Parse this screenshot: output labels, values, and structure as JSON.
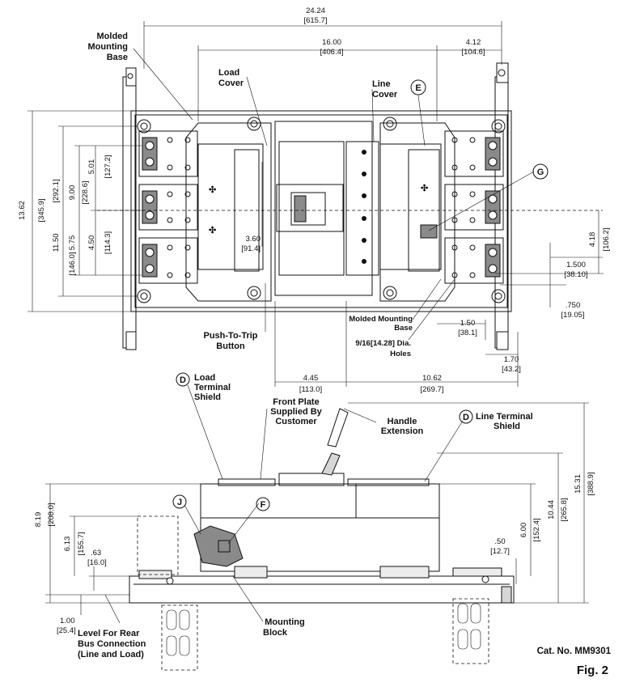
{
  "labels": {
    "molded_mounting_base_top": [
      "Molded",
      "Mounting",
      "Base"
    ],
    "load_cover": [
      "Load",
      "Cover"
    ],
    "line_cover": [
      "Line",
      "Cover"
    ],
    "push_to_trip": [
      "Push-To-Trip",
      "Button"
    ],
    "molded_mounting_base_right": [
      "Molded Mounting",
      "Base"
    ],
    "holes": [
      "9/16[14.28] Dia.",
      "Holes"
    ],
    "load_terminal_shield": [
      "Load",
      "Terminal",
      "Shield"
    ],
    "front_plate": [
      "Front Plate",
      "Supplied By",
      "Customer"
    ],
    "handle_extension": [
      "Handle",
      "Extension"
    ],
    "line_terminal_shield": [
      "Line Terminal",
      "Shield"
    ],
    "mounting_block": [
      "Mounting",
      "Block"
    ],
    "level_rear_bus": [
      "Level For Rear",
      "Bus Connection",
      "(Line and Load)"
    ]
  },
  "callouts": {
    "e": "E",
    "g": "G",
    "d1": "D",
    "d2": "D",
    "j": "J",
    "f": "F"
  },
  "dimensions": {
    "overall_width": [
      "24.24",
      "[615.7]"
    ],
    "inner_width": [
      "16.00",
      "[406.4]"
    ],
    "right_offset": [
      "4.12",
      "[104.6]"
    ],
    "height_1362": [
      "13.62",
      "[345.9]"
    ],
    "height_1150": [
      "11.50",
      "[292.1]"
    ],
    "height_900": [
      "9.00",
      "[228.6]"
    ],
    "height_575": [
      "5.75",
      "[146.0]"
    ],
    "height_501": [
      "5.01",
      "[127.2]"
    ],
    "height_450": [
      "4.50",
      "[114.3]"
    ],
    "d_360": [
      "3.60",
      "[91.4]"
    ],
    "d_418": [
      "4.18",
      "[106.2]"
    ],
    "d_1500": [
      "1.500",
      "[38.10]"
    ],
    "d_750": [
      ".750",
      "[19.05]"
    ],
    "d_150": [
      "1.50",
      "[38.1]"
    ],
    "d_170": [
      "1.70",
      "[43.2]"
    ],
    "d_445": [
      "4.45",
      "[113.0]"
    ],
    "d_1062": [
      "10.62",
      "[269.7]"
    ],
    "d_1531": [
      "15.31",
      "[388.9]"
    ],
    "d_1044": [
      "10.44",
      "[265.8]"
    ],
    "d_600": [
      "6.00",
      "[152.4]"
    ],
    "d_50": [
      ".50",
      "[12.7]"
    ],
    "d_819": [
      "8.19",
      "[208.0]"
    ],
    "d_613": [
      "6.13",
      "[155.7]"
    ],
    "d_63": [
      ".63",
      "[16.0]"
    ],
    "d_100": [
      "1.00",
      "[25.4]"
    ]
  },
  "catalog": "Cat. No. MM9301",
  "figure": "Fig. 2"
}
